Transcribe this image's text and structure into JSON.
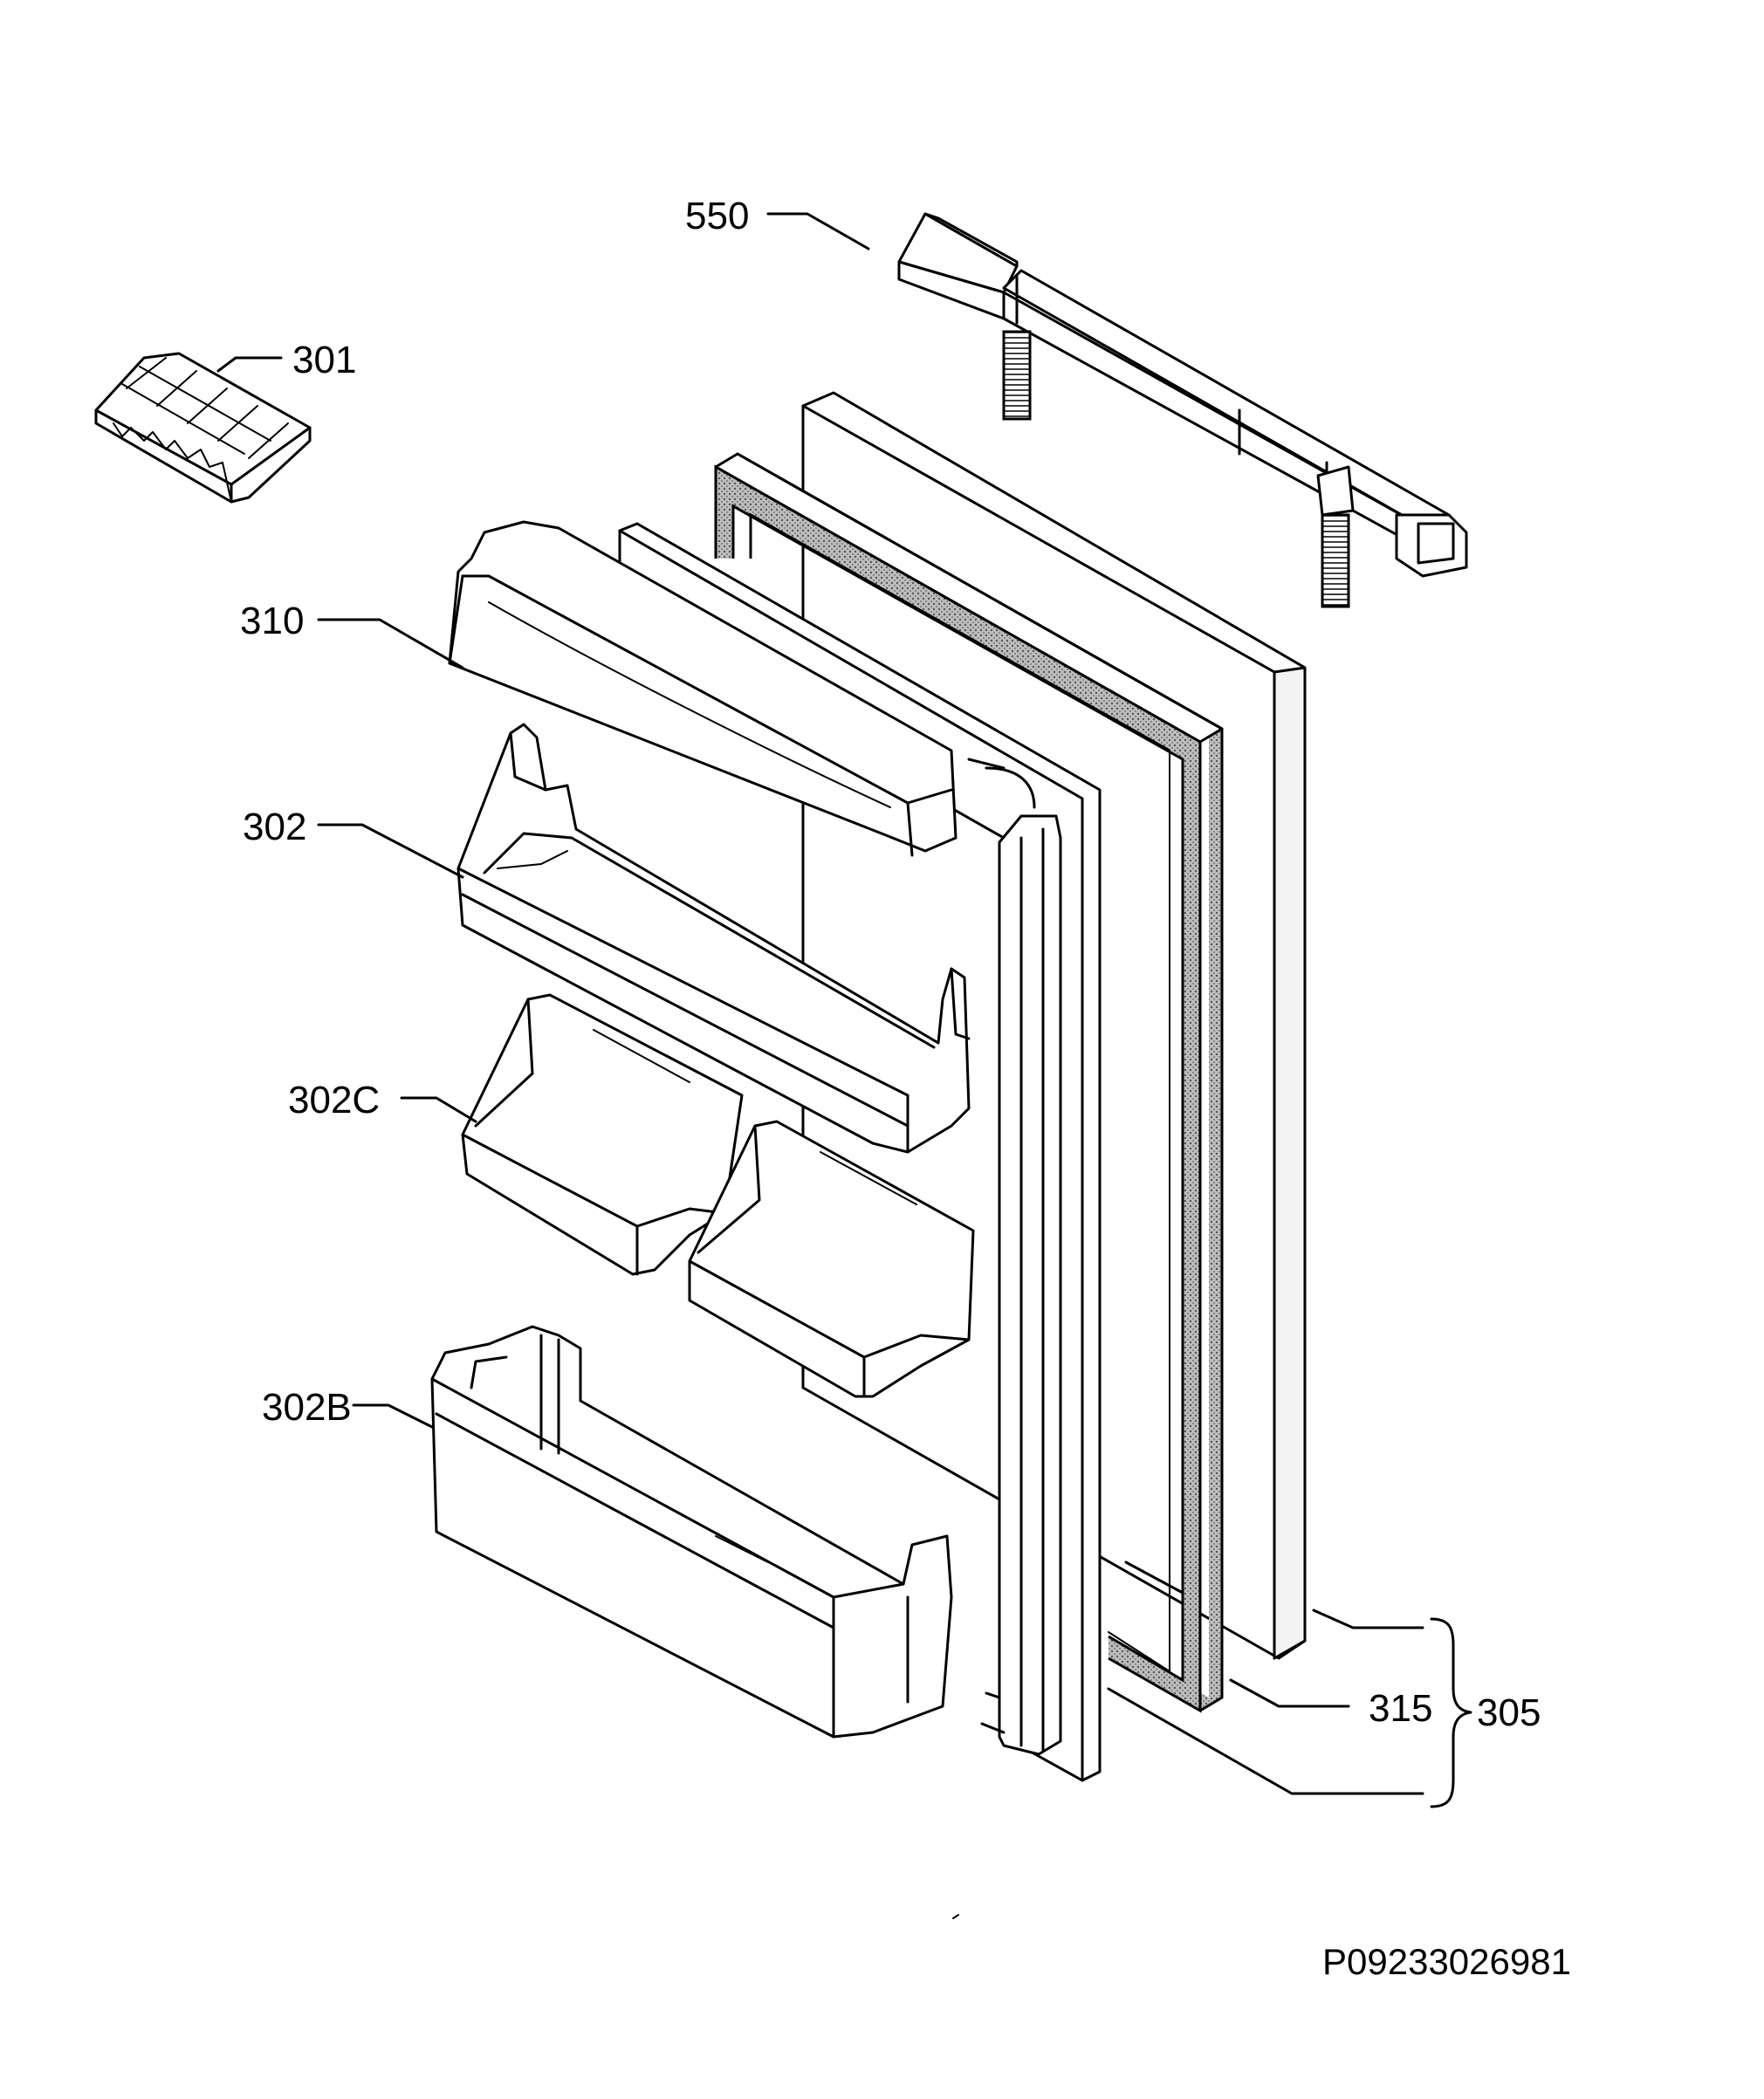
{
  "labels": {
    "p550": "550",
    "p301": "301",
    "p310": "310",
    "p302": "302",
    "p302c": "302C",
    "p302b": "302B",
    "p315": "315",
    "p305": "305"
  },
  "drawing_code": "P09233026981"
}
